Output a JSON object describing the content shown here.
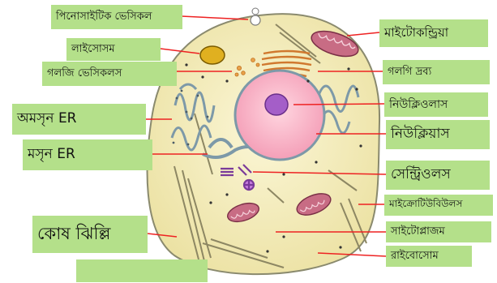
{
  "labels": {
    "pinocytic_vesicle": "পিনোসাইটিক ভেসিকল",
    "lysosome": "লাইসোসম",
    "golgi_vesicle": "গলজি ভেসিকলস",
    "rough_er": "অমসৃন ER",
    "smooth_er": "মসৃন ER",
    "cell_membrane": "কোষ ঝিল্লি",
    "bottom_blank": "",
    "mitochondria": "মাইটোকন্ড্রিয়া",
    "golgi_body": "গলগি দ্রব্য",
    "nucleolus": "নিউক্লিওলাস",
    "nucleus": "নিউক্লিয়াস",
    "centriole": "সেন্ট্রিওলস",
    "microtubules": "মাইক্রোটিউবিউলস",
    "cytoplasm": "সাইটোপ্লাজম",
    "ribosome": "রাইবোসোম"
  },
  "colors": {
    "label_bg": "#b4e08a",
    "cell_fill": "#f3ecb8",
    "cell_stroke": "#8a8a6e",
    "nucleus_fill": "#f6b6c8",
    "nucleolus_fill": "#a45ec8",
    "er_stroke": "#7d99a8",
    "mito_fill": "#c86c84",
    "golgi_stroke": "#d0782e",
    "lysosome_fill": "#e0b020",
    "pointer": "#e22"
  }
}
